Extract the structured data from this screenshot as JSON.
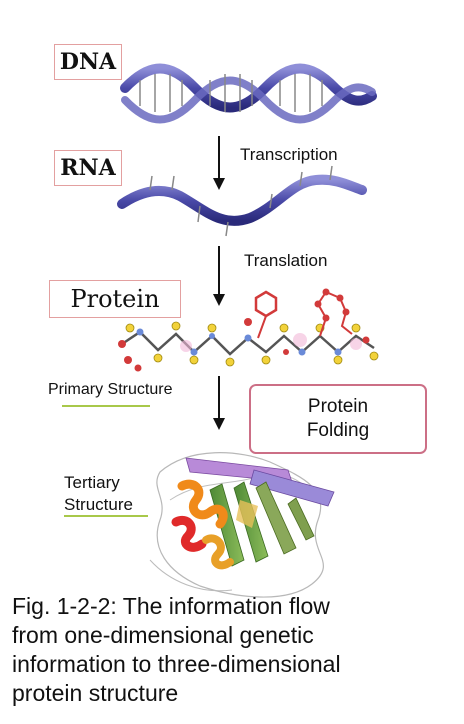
{
  "labels": {
    "dna": "DNA",
    "rna": "RNA",
    "protein": "Protein",
    "transcription": "Transcription",
    "translation": "Translation",
    "primary_structure": "Primary Structure",
    "protein_folding_line1": "Protein",
    "protein_folding_line2": "Folding",
    "tertiary_line1": "Tertiary",
    "tertiary_line2": "Structure"
  },
  "caption": {
    "line1": "Fig. 1-2-2: The information flow",
    "line2": "from one-dimensional genetic",
    "line3": "information to three-dimensional",
    "line4": "protein structure"
  },
  "colors": {
    "helix_blue": "#4a4aa8",
    "box_border": "#e3a0a0",
    "folding_border": "#cc6f86",
    "underline_green": "#a8c84a",
    "atom_yellow": "#f2d23a",
    "atom_red": "#d23a3a",
    "atom_blue": "#6a8ad8"
  }
}
